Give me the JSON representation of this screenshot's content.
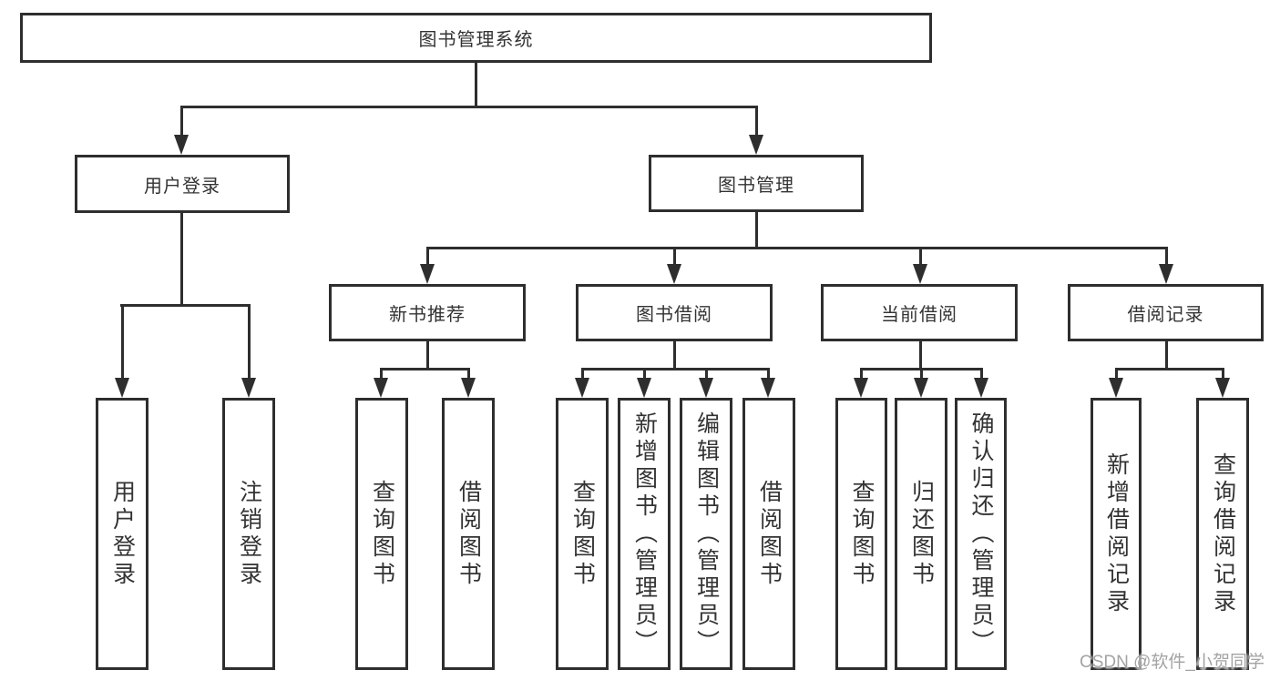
{
  "nodes": {
    "root": "图书管理系统",
    "level2": [
      {
        "label": "用户登录"
      },
      {
        "label": "图书管理"
      }
    ],
    "level3": [
      {
        "label": "新书推荐"
      },
      {
        "label": "图书借阅"
      },
      {
        "label": "当前借阅"
      },
      {
        "label": "借阅记录"
      }
    ],
    "leaves": [
      {
        "label": "用户登录"
      },
      {
        "label": "注销登录"
      },
      {
        "label": "查询图书"
      },
      {
        "label": "借阅图书"
      },
      {
        "label": "查询图书"
      },
      {
        "label": "新增图书（管理员）"
      },
      {
        "label": "编辑图书（管理员）"
      },
      {
        "label": "借阅图书"
      },
      {
        "label": "查询图书"
      },
      {
        "label": "归还图书"
      },
      {
        "label": "确认归还（管理员）"
      },
      {
        "label": "新增借阅记录"
      },
      {
        "label": "查询借阅记录"
      }
    ]
  },
  "watermark": "CSDN @软件_小贺同学",
  "colors": {
    "line": "#2e2e2e",
    "text": "#333333",
    "watermark": "#a3a3a3",
    "background": "#ffffff"
  }
}
